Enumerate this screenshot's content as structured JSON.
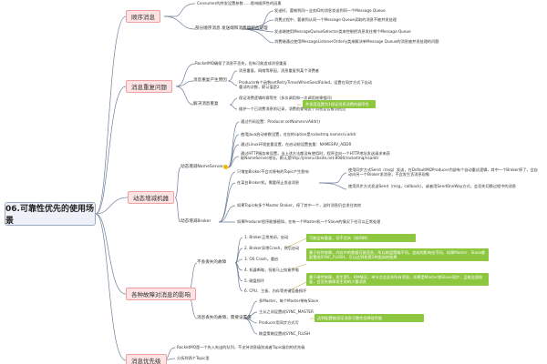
{
  "root": "06.可靠性优先的使用场景",
  "topics": {
    "t1": "顺序消息",
    "t2": "消息重复问题",
    "t3": "动态增减机器",
    "t4": "各种故障对消息的影响",
    "t5": "消息优先级"
  },
  "subs": {
    "s11": "部分顺序消息",
    "s21": "消息重复产生原因",
    "s22": "解决消息重复",
    "s31": "动态增减NameServer",
    "s32": "动态增减Broker",
    "s41": "不会丢失的故障",
    "s42": "消息丢失的故障，需要设置值",
    "s11b": "发送端和消费端配合处理"
  },
  "leaves": {
    "l01": "Consumer的并发设置参数……影响顺序性的因素",
    "l02": "发送时，要做到同一业务ID的消息发送到同一个Message Queue",
    "l03": "消费过程中，要做到从同一个Message Queue读取的消息不被并发处理",
    "l04": "发送端使用MessageQueueSelector类来控制把消息发往哪个Message Queue",
    "l05": "消费端通过使用MessageListenerOrderly类来解决单Message Queue的消息被并发处理的问题",
    "l06": "RocketMQ确保了消息不丢失，但有可能造成消息重复",
    "l07": "消息重复，网络等原因，消息重复到某个消费者",
    "l08": "Producer有个函数setRetryTimesWhenSendFailed，设置在同步方式下自动重试的次数，默认值是2",
    "l09": "保证消费逻辑的幂等性（多次调用和一次调用效果相同）",
    "l10": "维护一个已消费消息的记录，消费前查询这个消息是否被消费过",
    "l11": "通过代码设置：Producer.setNamesrvAddr()",
    "l12": "使用Java启动参数设置，对应的option是rocketmq.namesrv.addr",
    "l13": "通过Linux环境变量设置，在启动前设置变量：NAMESRV_ADDR",
    "l14": "通过HTTP服务来设置，当上述方法都没有使用时，程序会向一个HTTP地址发送请求来获取NameServer地址，默认是http://jmenv.tbsite.net:8080/rocketmq/nsaddr",
    "l15": "只增加Broker不会对原有的Topic产生影响",
    "l16": "在某台Broker机，需要停止发送消息",
    "l17": "如果Topic有多个Master Broker，停了其中一个，这时消息仍会发往其他",
    "l18": "如果Producer程序能够感知，在有一个Master机一个Slave的情况下也可以正常处理",
    "l19": "1. Broker正常关闭，启动",
    "l20": "2. Broker异常Crash，然后启动",
    "l21": "3. OS Crash，重启",
    "l22": "4. 机器断电，但能马上恢复供电",
    "l23": "5. 磁盘损坏",
    "l24": "6. CPU、主板、内存等关键设备损坏",
    "l25": "多Master，每个Master带有Slave",
    "l26": "主从之间设置成SYNC_MASTER",
    "l27": "Producer用同步方式写",
    "l28": "刷盘策略设置成SYNC_FLUSH",
    "l29": "RocketMQ是一个先入先出的队列，不支持消息级别或者Topic级别的优先级",
    "l30": "分拆到两个Topic里",
    "r1": "使用同步方式Send（msg）发送，在DefaultMQProducer内部有个自动重试逻辑，其中一个Broker停了，会自动向另一个Broker发消息，不会发生丢消息现象",
    "r2": "使用异步方式发送Send（msg，callback），或者用SendOneWay方式，会丢失切换过程中的消息"
  },
  "notes": {
    "n1": "并发度设置为1保证消息消费的顺序性",
    "n2": "可能会有重复，但不丢失（前四种）",
    "n3": "属于软件故障，内存中的数据可能丢失，所以刷盘策略不同，造成的影响也不同，如果Master、Slave都配置成SYNC_FLUSH，可以达到和第1种类似的效果",
    "n4": "属于硬件故障，发生第5、6种情况，单节点会丢失所有消息，如果是Master和Slave同步，且能全部恢复，会丢失故障发生前的少量消息",
    "n5": "这种配置能保证消息可靠性但降低性能"
  },
  "colors": {
    "topic_fill": "#fde3e3",
    "topic_border": "#f0a0a0",
    "note_fill": "#8dc63f",
    "link": "#6f7f99",
    "dot": "#f5b800"
  }
}
